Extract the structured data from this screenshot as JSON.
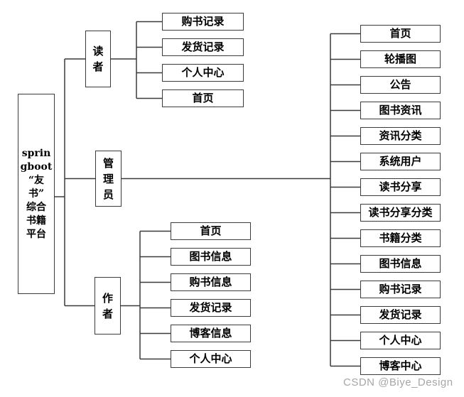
{
  "diagram": {
    "root": {
      "label": "sprin\ngboot\n“友\n书”\n综合\n书籍\n平台"
    },
    "branches": [
      {
        "label": "读\n者",
        "children": [
          "购书记录",
          "发货记录",
          "个人中心",
          "首页"
        ]
      },
      {
        "label": "管\n理\n员",
        "children": [
          "首页",
          "轮播图",
          "公告",
          "图书资讯",
          "资讯分类",
          "系统用户",
          "读书分享",
          "读书分享分类",
          "书籍分类",
          "图书信息",
          "购书记录",
          "发货记录",
          "个人中心",
          "博客中心"
        ]
      },
      {
        "label": "作\n者",
        "children": [
          "首页",
          "图书信息",
          "购书信息",
          "发货记录",
          "博客信息",
          "个人中心"
        ]
      }
    ]
  },
  "watermark": "CSDN @Biye_Design",
  "colors": {
    "line": "#3a3a3a",
    "watermark": "#a6a6a6",
    "background": "#ffffff"
  }
}
